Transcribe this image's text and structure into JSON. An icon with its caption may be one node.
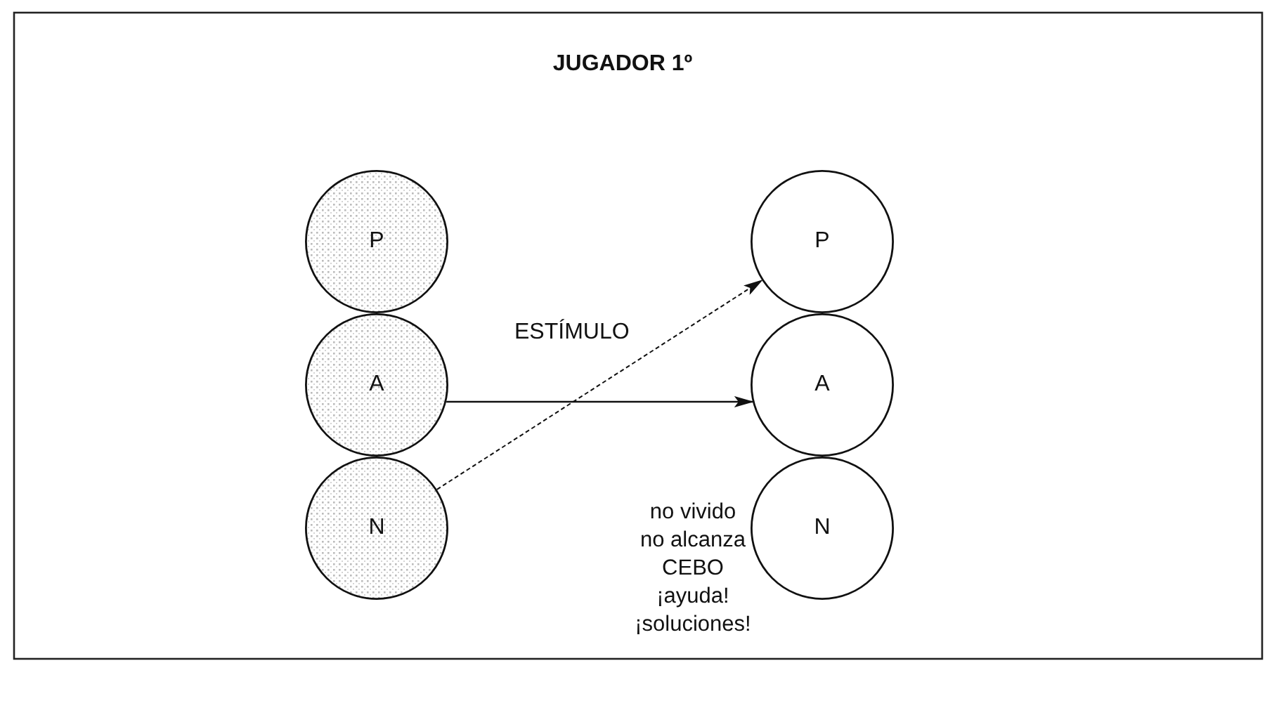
{
  "diagram": {
    "title": "JUGADOR 1º",
    "nodes": [
      {
        "text": [
          "P"
        ]
      },
      {
        "text": [
          "A"
        ]
      },
      {
        "text": [
          "N"
        ]
      },
      {
        "text": [
          "P"
        ]
      },
      {
        "text": [
          "A"
        ]
      },
      {
        "text": [
          "N"
        ]
      }
    ],
    "edges": [
      {
        "from": 1,
        "to": 4,
        "arrow": "to",
        "label": "ESTÍMULO"
      },
      {
        "from": 2,
        "to": 3,
        "arrow": "to",
        "style": "dashed"
      }
    ],
    "labels": [
      "no vivido",
      "no alcanza",
      "CEBO",
      "¡ayuda!",
      "¡soluciones!"
    ]
  }
}
